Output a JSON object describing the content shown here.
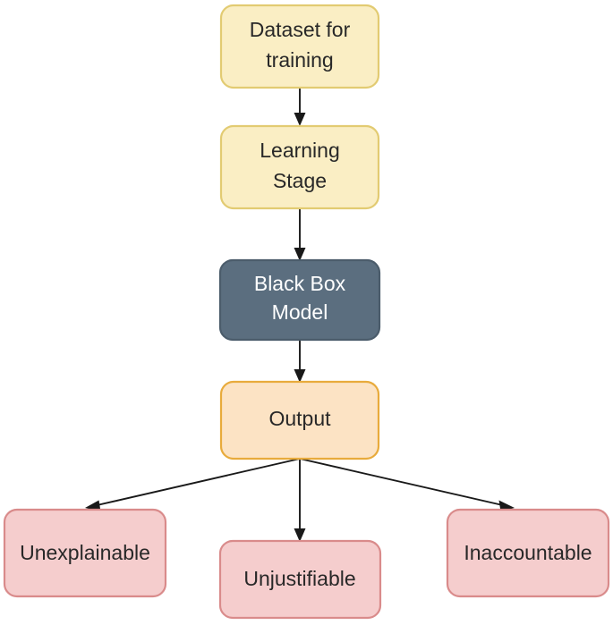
{
  "diagram": {
    "title": "Black Box Model flow",
    "type": "flowchart",
    "orientation": "top-to-bottom",
    "colors": {
      "stage_fill": "#faeec4",
      "stage_stroke": "#e2cb72",
      "model_fill": "#5b6e7f",
      "model_stroke": "#4b5c6b",
      "output_fill": "#fce3c4",
      "output_stroke": "#e8ab3c",
      "issue_fill": "#f5cdcd",
      "issue_stroke": "#d98b8b",
      "edge": "#191919",
      "text_dark": "#282828",
      "text_light": "#ffffff"
    },
    "nodes": [
      {
        "id": "dataset",
        "label_line1": "Dataset for",
        "label_line2": "training",
        "shape": "rounded-rect",
        "fill": "#faeec4",
        "stroke": "#e2cb72",
        "text_color": "#282828"
      },
      {
        "id": "learning-stage",
        "label_line1": "Learning",
        "label_line2": "Stage",
        "shape": "rounded-rect",
        "fill": "#faeec4",
        "stroke": "#e2cb72",
        "text_color": "#282828"
      },
      {
        "id": "black-box-model",
        "label_line1": "Black Box",
        "label_line2": "Model",
        "shape": "rounded-rect",
        "fill": "#5b6e7f",
        "stroke": "#4b5c6b",
        "text_color": "#ffffff"
      },
      {
        "id": "output",
        "label_line1": "Output",
        "label_line2": "",
        "shape": "rounded-rect",
        "fill": "#fce3c4",
        "stroke": "#e8ab3c",
        "text_color": "#282828"
      },
      {
        "id": "unexplainable",
        "label_line1": "Unexplainable",
        "label_line2": "",
        "shape": "rounded-rect",
        "fill": "#f5cdcd",
        "stroke": "#d98b8b",
        "text_color": "#282828"
      },
      {
        "id": "unjustifiable",
        "label_line1": "Unjustifiable",
        "label_line2": "",
        "shape": "rounded-rect",
        "fill": "#f5cdcd",
        "stroke": "#d98b8b",
        "text_color": "#282828"
      },
      {
        "id": "inaccountable",
        "label_line1": "Inaccountable",
        "label_line2": "",
        "shape": "rounded-rect",
        "fill": "#f5cdcd",
        "stroke": "#d98b8b",
        "text_color": "#282828"
      }
    ],
    "edges": [
      {
        "from": "dataset",
        "to": "learning-stage",
        "label": ""
      },
      {
        "from": "learning-stage",
        "to": "black-box-model",
        "label": ""
      },
      {
        "from": "black-box-model",
        "to": "output",
        "label": ""
      },
      {
        "from": "output",
        "to": "unexplainable",
        "label": ""
      },
      {
        "from": "output",
        "to": "unjustifiable",
        "label": ""
      },
      {
        "from": "output",
        "to": "inaccountable",
        "label": ""
      }
    ]
  }
}
